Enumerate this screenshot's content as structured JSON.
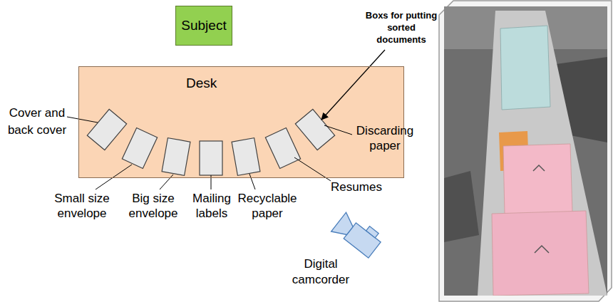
{
  "diagram": {
    "nodes": [
      {
        "text": [
          "Subject"
        ]
      },
      {
        "text": [
          "Desk"
        ]
      }
    ],
    "labels": [
      "Boxs for putting sorted documents",
      "Cover and back cover",
      "Small size envelope",
      "Big size envelope",
      "Mailing labels",
      "Recyclable paper",
      "Resumes",
      "Discarding paper",
      "Digital camcorder"
    ]
  }
}
